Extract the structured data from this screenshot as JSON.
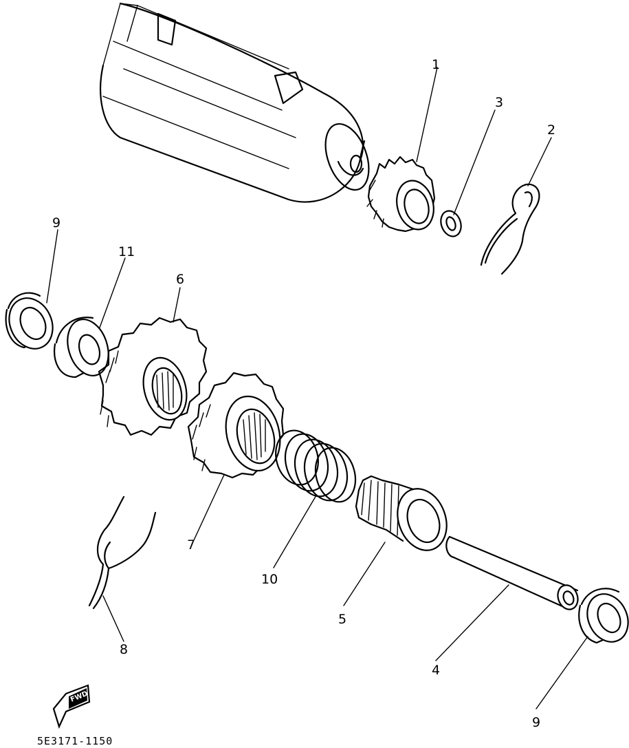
{
  "callouts": {
    "c1": "1",
    "c2": "2",
    "c3": "3",
    "c4": "4",
    "c5": "5",
    "c6": "6",
    "c7": "7",
    "c8": "8",
    "c9a": "9",
    "c9b": "9",
    "c10": "10",
    "c11": "11"
  },
  "fwd_arrow_text": "FWD",
  "diagram_code": "5E3171-1150"
}
